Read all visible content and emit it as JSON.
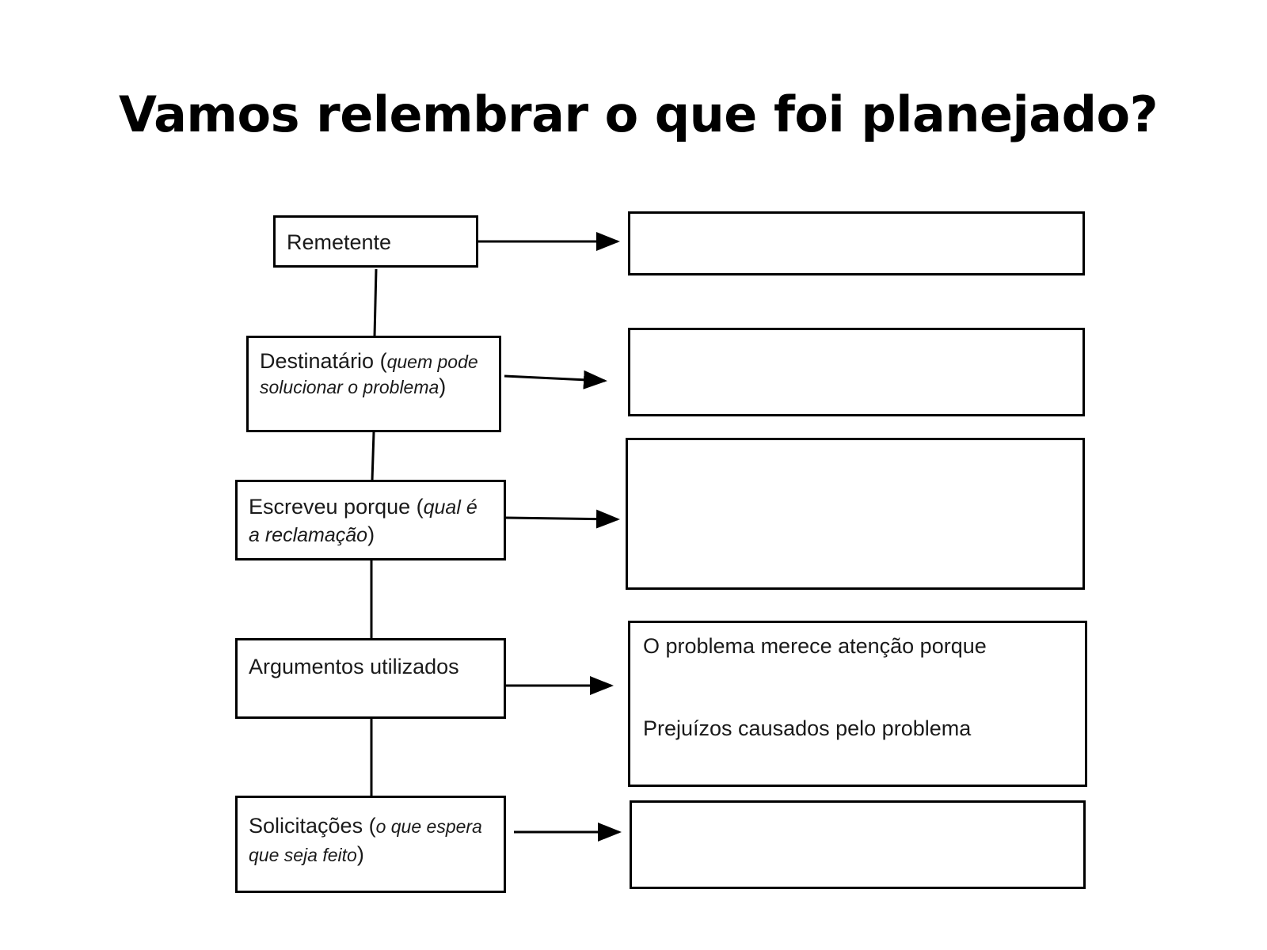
{
  "title": "Vamos relembrar o que foi planejado?",
  "colors": {
    "stroke": "#000000",
    "text": "#1a1a1a",
    "background": "#ffffff"
  },
  "steps": [
    {
      "label": "Remetente",
      "note": "",
      "note_close": ""
    },
    {
      "label": "Destinatário (",
      "note": "quem pode solucionar o problema",
      "note_close": ")"
    },
    {
      "label": "Escreveu porque (",
      "note": "qual é a reclamação",
      "note_close": ")"
    },
    {
      "label": "Argumentos utilizados",
      "note": "",
      "note_close": ""
    },
    {
      "label": "Solicitações (",
      "note": "o que espera que seja feito",
      "note_close": ")"
    }
  ],
  "answers": {
    "argumentos": {
      "line1": "O problema merece atenção porque",
      "line2": "Prejuízos causados pelo problema"
    }
  }
}
